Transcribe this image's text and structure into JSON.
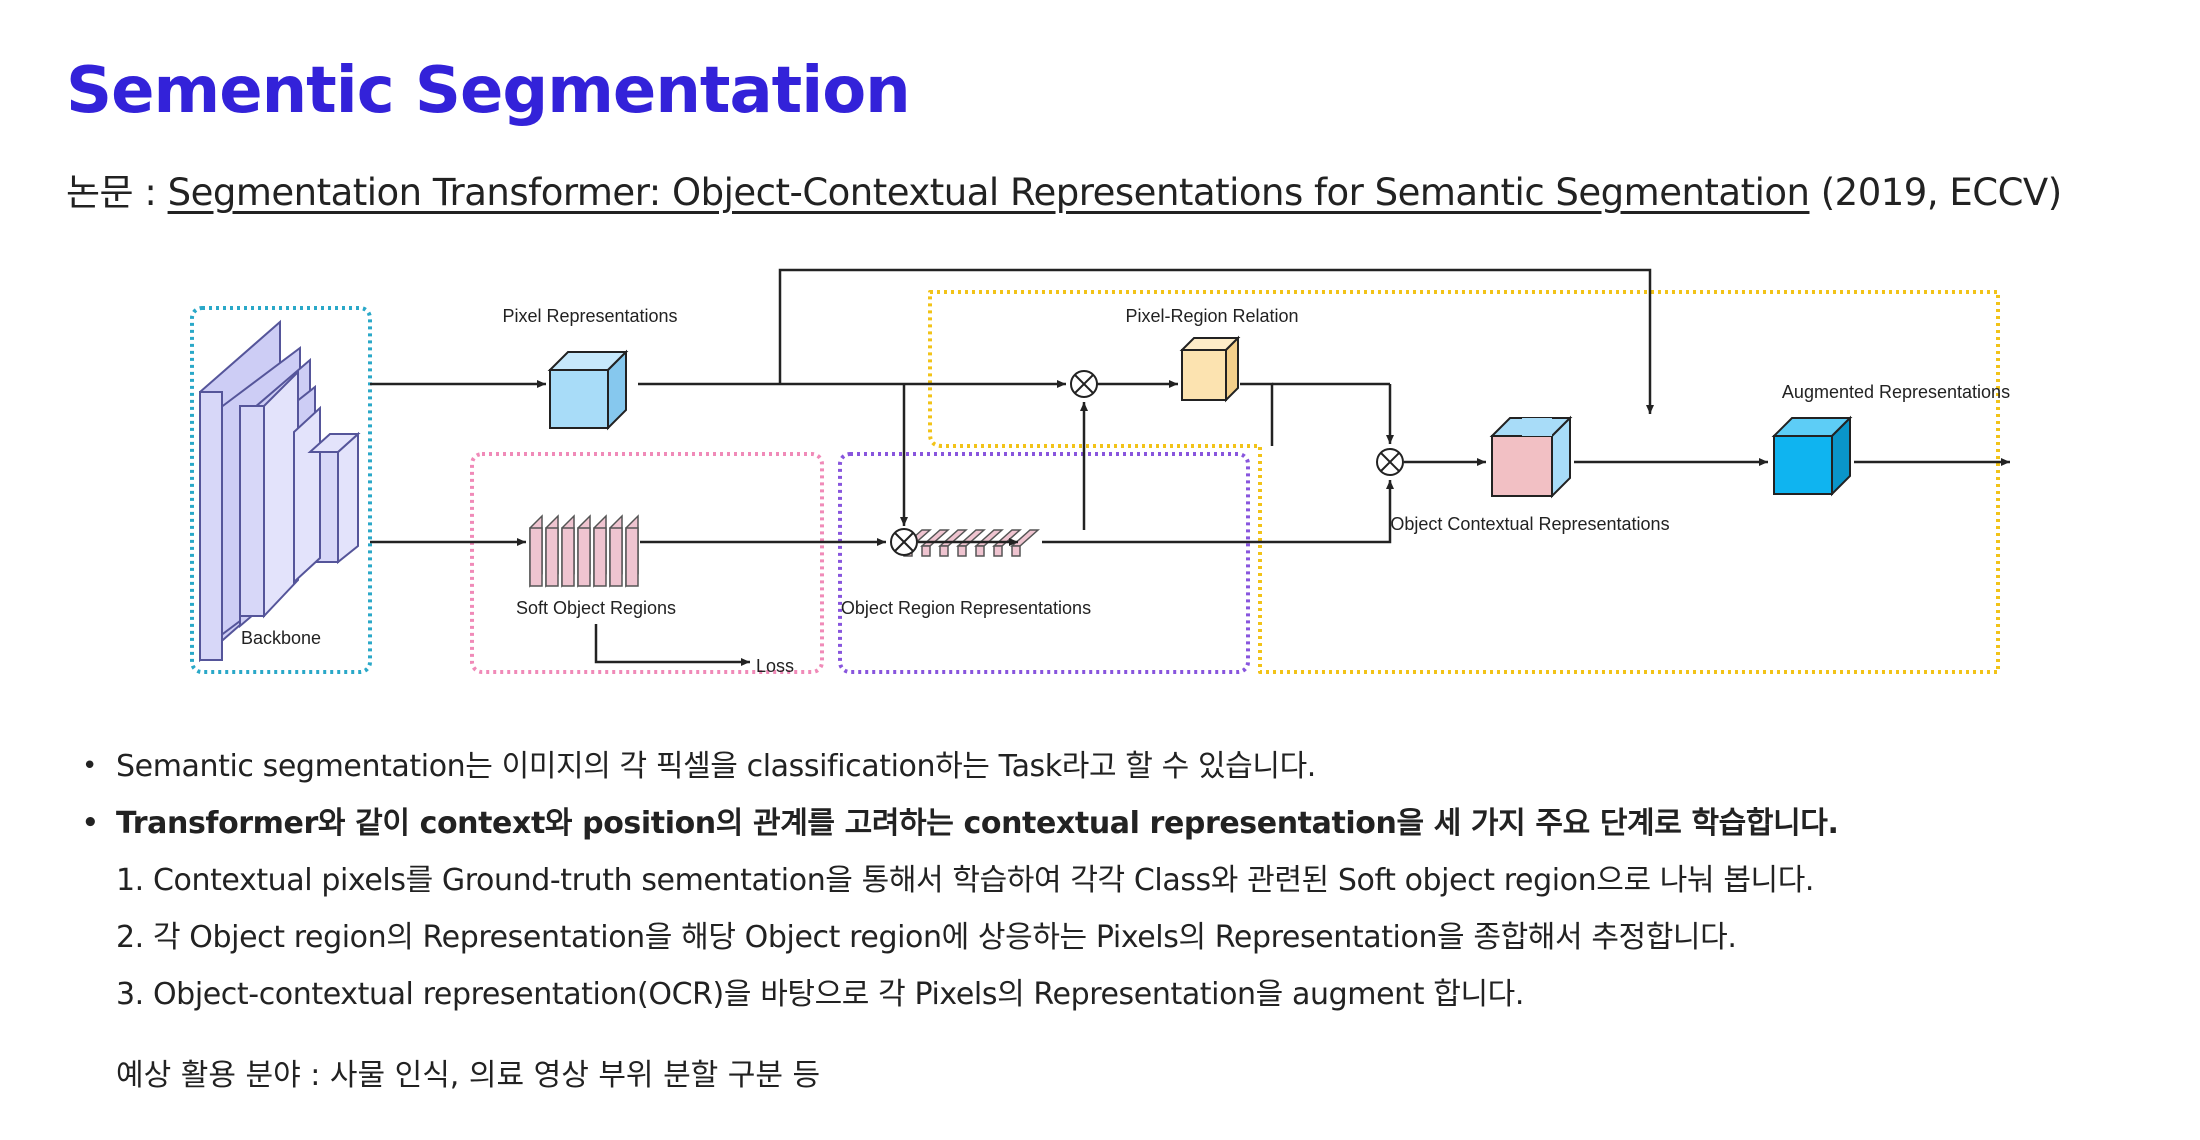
{
  "page": {
    "title": "Sementic Segmentation",
    "paper_prefix": "논문 : ",
    "paper_title": "Segmentation Transformer: Object-Contextual Representations for Semantic Segmentation",
    "paper_suffix": " (2019, ECCV)"
  },
  "diagram": {
    "labels": {
      "backbone": "Backbone",
      "pixel_representations": "Pixel Representations",
      "soft_object_regions": "Soft Object Regions",
      "loss": "Loss",
      "object_region_representations": "Object Region Representations",
      "pixel_region_relation": "Pixel-Region Relation",
      "object_contextual_representations": "Object Contextual Representations",
      "augmented_representations": "Augmented Representations"
    },
    "colors": {
      "backbone_box": "#2aa8c8",
      "soft_regions_box": "#f08ab8",
      "object_region_box": "#8855dd",
      "relation_box": "#f2c318",
      "pixel_cube": "#a8dcf8",
      "relation_cube": "#fce3b0",
      "augmented_cube": "#0fb4f0",
      "soft_slices": "#efc4d0",
      "backbone_layers": "#cdcdf5"
    }
  },
  "bullets": [
    {
      "text": "Semantic segmentation는 이미지의 각 픽셀을 classification하는 Task라고 할 수 있습니다.",
      "bold": false
    },
    {
      "text": "Transformer와 같이 context와 position의 관계를 고려하는 contextual representation을 세 가지 주요 단계로 학습합니다.",
      "bold": true
    }
  ],
  "steps": [
    "1. Contextual pixels를 Ground-truth sementation을 통해서 학습하여 각각 Class와 관련된 Soft object region으로 나눠 봅니다.",
    "2. 각 Object region의 Representation을 해당 Object region에 상응하는 Pixels의 Representation을 종합해서 추정합니다.",
    "3. Object-contextual representation(OCR)을 바탕으로 각 Pixels의 Representation을 augment 합니다."
  ],
  "usage": "예상 활용 분야 : 사물 인식, 의료 영상 부위 분할 구분 등"
}
